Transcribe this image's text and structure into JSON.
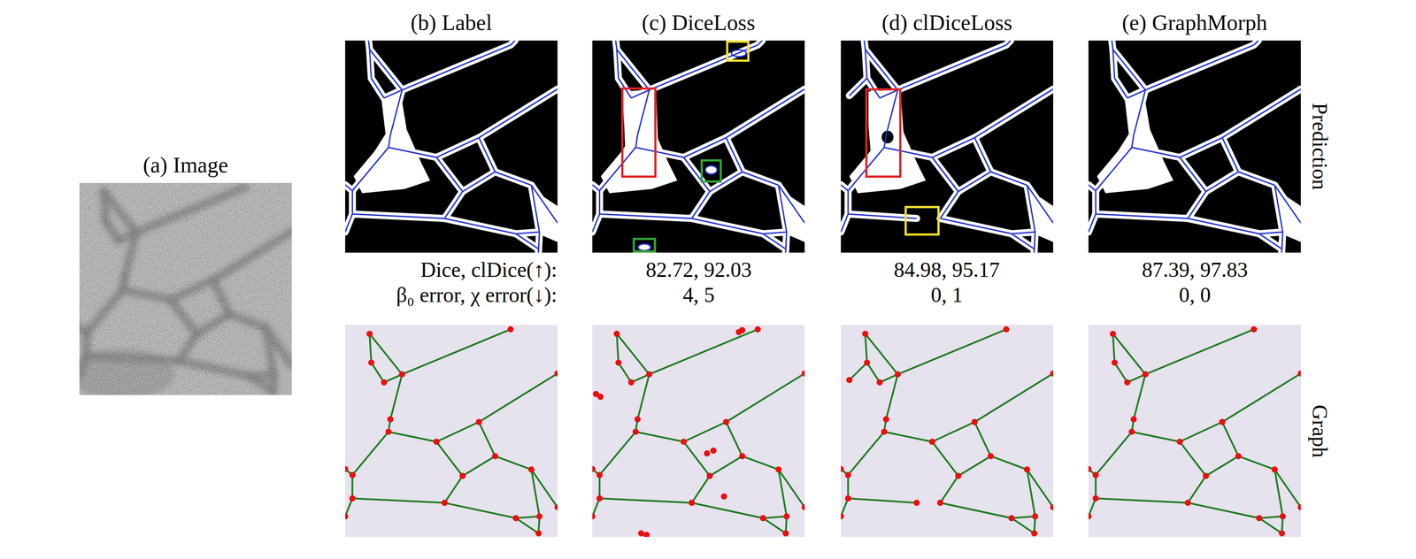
{
  "diagram": {
    "nodes": [
      {
        "text": [
          "(a) Image"
        ]
      },
      {
        "text": [
          "(b) Label"
        ]
      },
      {
        "text": [
          "(c) DiceLoss"
        ]
      },
      {
        "text": [
          "(d) clDiceLoss"
        ]
      },
      {
        "text": [
          "(e) GraphMorph"
        ]
      }
    ],
    "labels": [
      "Dice, clDice(↑):",
      "β₀ error, χ error(↓):",
      "82.72, 92.03",
      "4, 5",
      "84.98, 95.17",
      "0, 1",
      "87.39, 97.83",
      "0, 0",
      "Prediction",
      "Graph"
    ]
  }
}
